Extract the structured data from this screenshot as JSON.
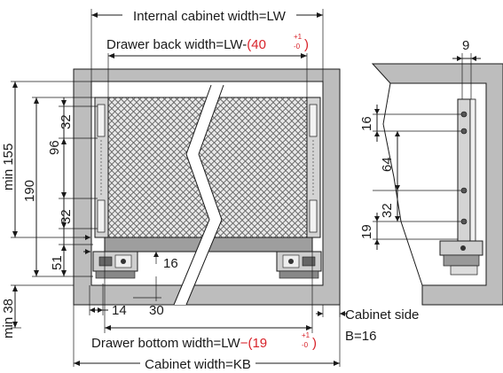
{
  "labels": {
    "internal_width": "Internal cabinet width=LW",
    "drawer_back_width_prefix": "Drawer back width=LW-",
    "drawer_back_paren_open": "(",
    "drawer_back_value": "40",
    "drawer_back_tol_upper": "+1",
    "drawer_back_tol_lower": "-0",
    "drawer_back_paren_close": ")",
    "drawer_bottom_width_prefix": "Drawer bottom width=LW",
    "drawer_bottom_dash": "−",
    "drawer_bottom_paren_open": "(",
    "drawer_bottom_value": "19",
    "drawer_bottom_tol_upper": "+1",
    "drawer_bottom_tol_lower": "-0",
    "drawer_bottom_paren_close": ")",
    "cabinet_width": "Cabinet width=KB",
    "cabinet_side": "Cabinet side",
    "cabinet_side_thickness": "B=16"
  },
  "dimensions": {
    "min155": "min 155",
    "d190": "190",
    "d96": "96",
    "d32_top": "32",
    "d32_bottom": "32",
    "d51": "51",
    "min38": "min 38",
    "d16": "16",
    "d14": "14",
    "d30": "30",
    "r9": "9",
    "r16": "16",
    "r64": "64",
    "r32": "32",
    "r19": "19"
  },
  "colors": {
    "cabinet_gray": "#bdbdbd",
    "drawer_gray": "#9e9e9e",
    "tolerance_red": "#d8232a",
    "line": "#1a1a1a"
  }
}
